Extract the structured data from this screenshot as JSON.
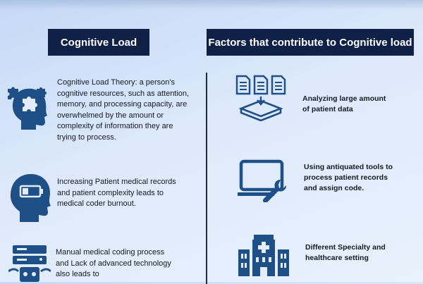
{
  "headers": {
    "left": "Cognitive Load",
    "right": "Factors that contribute to Cognitive load"
  },
  "left_items": [
    {
      "icon": "head-puzzle-icon",
      "text": "Cognitive Load Theory: a person's cognitive resources, such as attention, memory, and processing capacity, are overwhelmed by the amount or complexity of information they are trying to process."
    },
    {
      "icon": "head-battery-icon",
      "text": "Increasing Patient medical records and patient complexity leads to medical coder burnout."
    },
    {
      "icon": "server-robot-icon",
      "text": "Manual medical coding process and Lack of advanced technology also leads to"
    }
  ],
  "right_items": [
    {
      "icon": "documents-inbox-icon",
      "text": "Analyzing large amount of patient data"
    },
    {
      "icon": "laptop-wrench-icon",
      "text": "Using antiquated tools to process patient records and assign code."
    },
    {
      "icon": "hospital-icon",
      "text": "Different Specialty and healthcare setting"
    }
  ],
  "colors": {
    "header_bg": "#0f2146",
    "icon": "#1e4f86",
    "text": "#141a26"
  }
}
